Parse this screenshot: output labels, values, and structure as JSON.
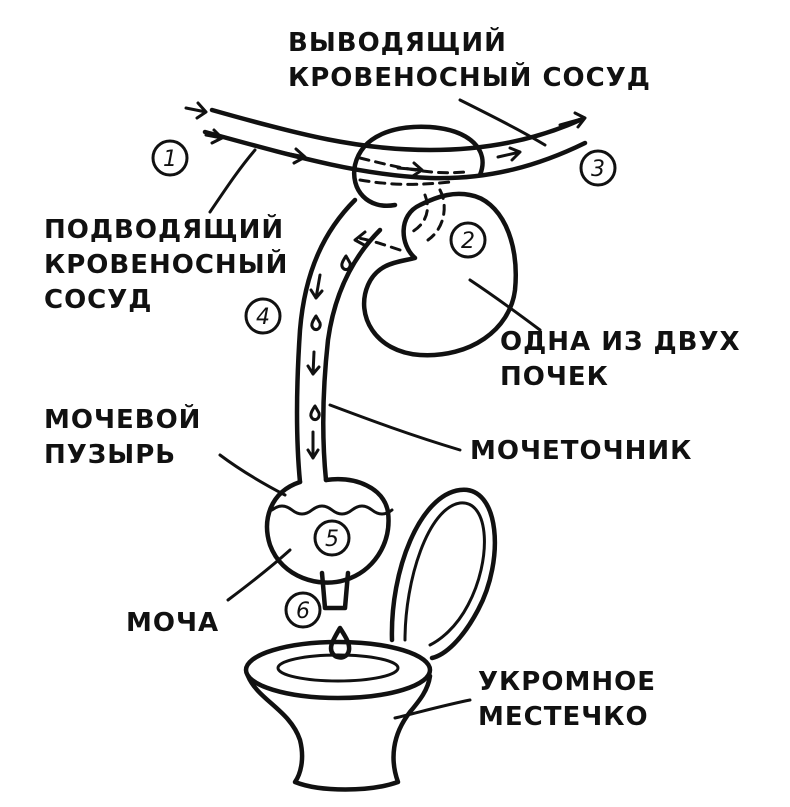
{
  "labels": {
    "outgoing_vessel": [
      "ВЫВОДЯЩИЙ",
      "КРОВЕНОСНЫЙ СОСУД"
    ],
    "incoming_vessel": [
      "ПОДВОДЯЩИЙ",
      "КРОВЕНОСНЫЙ",
      "СОСУД"
    ],
    "kidney": [
      "ОДНА ИЗ ДВУХ",
      "ПОЧЕК"
    ],
    "bladder": [
      "МОЧЕВОЙ",
      "ПУЗЫРЬ"
    ],
    "ureter": [
      "МОЧЕТОЧНИК"
    ],
    "urine": [
      "МОЧА"
    ],
    "toilet": [
      "УКРОМНОЕ",
      "МЕСТЕЧКО"
    ]
  },
  "steps": [
    "1",
    "2",
    "3",
    "4",
    "5",
    "6"
  ]
}
